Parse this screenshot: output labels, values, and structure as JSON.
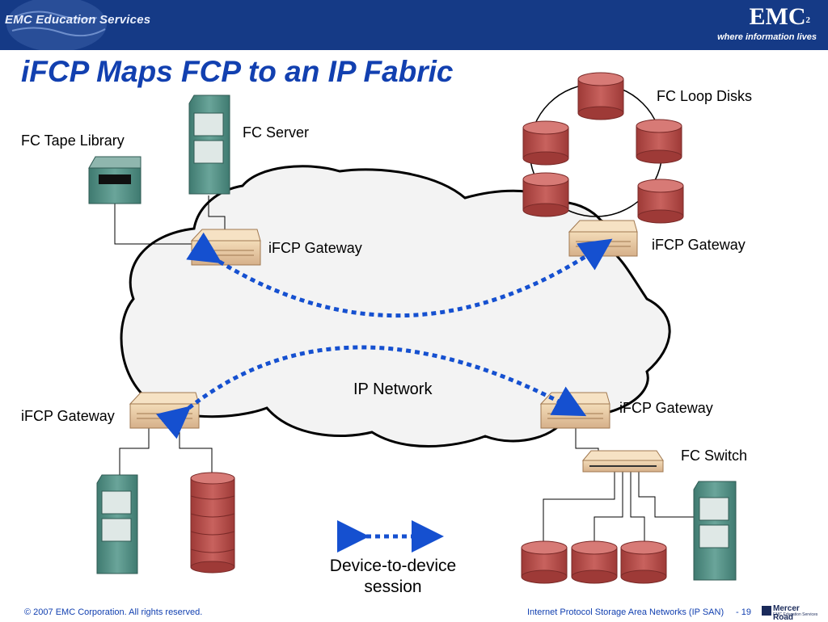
{
  "header": {
    "left_brand": "EMC Education Services",
    "logo_text": "EMC",
    "logo_superscript": "2",
    "tagline": "where information lives"
  },
  "title": "iFCP Maps FCP to an IP Fabric",
  "labels": {
    "fc_loop_disks": "FC Loop Disks",
    "fc_server": "FC Server",
    "fc_tape_library": "FC Tape Library",
    "gateway_top_left": "iFCP Gateway",
    "gateway_top_right": "iFCP Gateway",
    "gateway_bottom_left": "iFCP Gateway",
    "gateway_bottom_right": "iFCP Gateway",
    "ip_network": "IP Network",
    "fc_switch": "FC Switch",
    "legend_line1": "Device-to-device",
    "legend_line2": "session"
  },
  "footer": {
    "copyright": "© 2007 EMC Corporation. All rights reserved.",
    "course": "Internet Protocol Storage Area Networks (IP SAN)",
    "page": "- 19",
    "partner_name": "Mercer Road",
    "partner_sub": "EMC Education Services"
  },
  "colors": {
    "banner": "#153a86",
    "title": "#1240b0",
    "session_arrow": "#1550d0",
    "disk": "#c0504d",
    "server": "#4f8a80",
    "gateway": "#e8c9a0"
  }
}
